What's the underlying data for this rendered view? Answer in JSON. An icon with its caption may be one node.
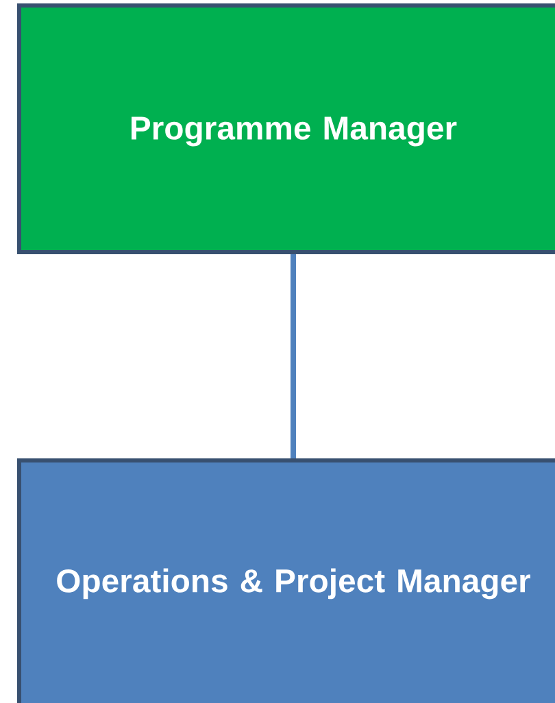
{
  "diagram": {
    "nodes": [
      {
        "text": [
          "Programme Manager"
        ]
      },
      {
        "text": [
          "Operations & Project Manager"
        ]
      }
    ],
    "edges": [
      {
        "from": 0,
        "to": 1,
        "arrow": "none"
      }
    ]
  }
}
